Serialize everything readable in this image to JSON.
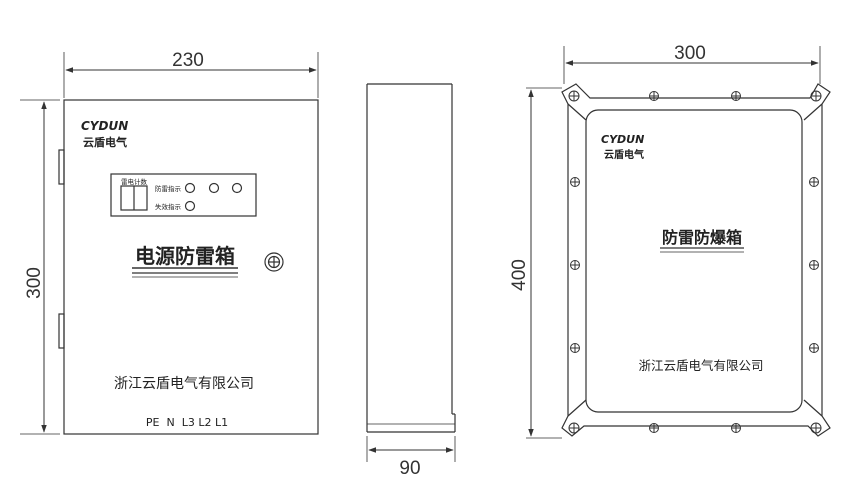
{
  "dimensions": {
    "front_width": "230",
    "front_height": "300",
    "side_depth": "90",
    "ex_width": "300",
    "ex_height": "400"
  },
  "front_box": {
    "brand_logo": "CYDUN",
    "brand_name": "云盾电气",
    "panel": {
      "counter_label": "雷电计数",
      "indicator_lightning": "防雷指示",
      "indicator_failure": "失效指示"
    },
    "title": "电源防雷箱",
    "company": "浙江云盾电气有限公司",
    "terminals": "PE  N  L3 L2 L1"
  },
  "explosion_box": {
    "brand_logo": "CYDUN",
    "brand_name": "云盾电气",
    "title": "防雷防爆箱",
    "company": "浙江云盾电气有限公司"
  },
  "colors": {
    "line": "#333333",
    "text": "#222222",
    "background": "#ffffff"
  }
}
